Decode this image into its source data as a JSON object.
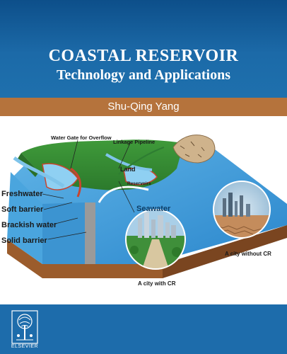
{
  "book": {
    "title_line1": "COASTAL RESERVOIR",
    "title_line2": "Technology and Applications",
    "author": "Shu-Qing Yang",
    "publisher": "ELSEVIER"
  },
  "diagram": {
    "labels": {
      "water_gate": "Water Gate for Overflow",
      "linkage_pipeline": "Linkage Pipeline",
      "land": "Land",
      "reservoirs": "Reservoirs",
      "seawater": "Seawater",
      "freshwater": "Freshwater",
      "soft_barrier": "Soft barrier",
      "brackish_water": "Brackish water",
      "solid_barrier": "Solid barrier",
      "city_without_cr": "A city without CR",
      "city_with_cr": "A city with CR"
    }
  },
  "colors": {
    "banner": "#1c6aa8",
    "author_bar": "#b5733c",
    "footer": "#1d6cab"
  }
}
